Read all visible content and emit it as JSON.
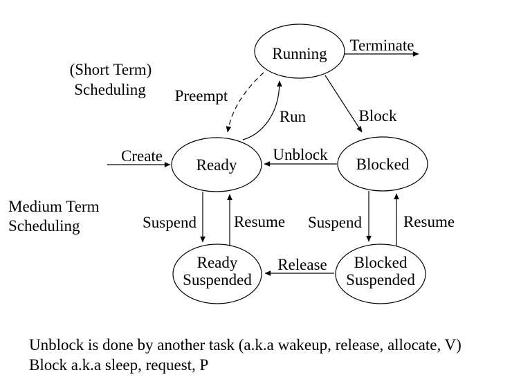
{
  "colors": {
    "background": "#ffffff",
    "ink": "#000000"
  },
  "diagram": {
    "type": "state-diagram",
    "subject": "process-scheduling-states",
    "scheduler_labels": {
      "short_term": {
        "line1": "(Short Term)",
        "line2": "Scheduling"
      },
      "medium_term": {
        "line1": "Medium Term",
        "line2": "Scheduling"
      }
    },
    "states": [
      {
        "name": "running",
        "label": "Running"
      },
      {
        "name": "ready",
        "label": "Ready"
      },
      {
        "name": "blocked",
        "label": "Blocked"
      },
      {
        "name": "ready-suspended",
        "line1": "Ready",
        "line2": "Suspended"
      },
      {
        "name": "blocked-suspended",
        "line1": "Blocked",
        "line2": "Suspended"
      }
    ],
    "transitions": [
      {
        "name": "terminate",
        "label": "Terminate",
        "from": "running",
        "to": "",
        "style": "solid"
      },
      {
        "name": "preempt",
        "label": "Preempt",
        "from": "running",
        "to": "ready",
        "style": "dashed"
      },
      {
        "name": "run",
        "label": "Run",
        "from": "ready",
        "to": "running",
        "style": "solid"
      },
      {
        "name": "block",
        "label": "Block",
        "from": "running",
        "to": "blocked",
        "style": "solid"
      },
      {
        "name": "create",
        "label": "Create",
        "from": "",
        "to": "ready",
        "style": "solid"
      },
      {
        "name": "unblock",
        "label": "Unblock",
        "from": "blocked",
        "to": "ready",
        "style": "solid"
      },
      {
        "name": "suspend-ready",
        "label": "Suspend",
        "from": "ready",
        "to": "ready-suspended",
        "style": "solid"
      },
      {
        "name": "resume-ready",
        "label": "Resume",
        "from": "ready-suspended",
        "to": "ready",
        "style": "solid"
      },
      {
        "name": "suspend-blocked",
        "label": "Suspend",
        "from": "blocked",
        "to": "blocked-suspended",
        "style": "solid"
      },
      {
        "name": "resume-blocked",
        "label": "Resume",
        "from": "blocked-suspended",
        "to": "blocked",
        "style": "solid"
      },
      {
        "name": "release",
        "label": "Release",
        "from": "blocked-suspended",
        "to": "ready-suspended",
        "style": "solid"
      }
    ],
    "footnotes": [
      "Unblock is done by another task  (a.k.a wakeup, release, allocate, V)",
      "Block a.k.a sleep, request, P"
    ]
  }
}
